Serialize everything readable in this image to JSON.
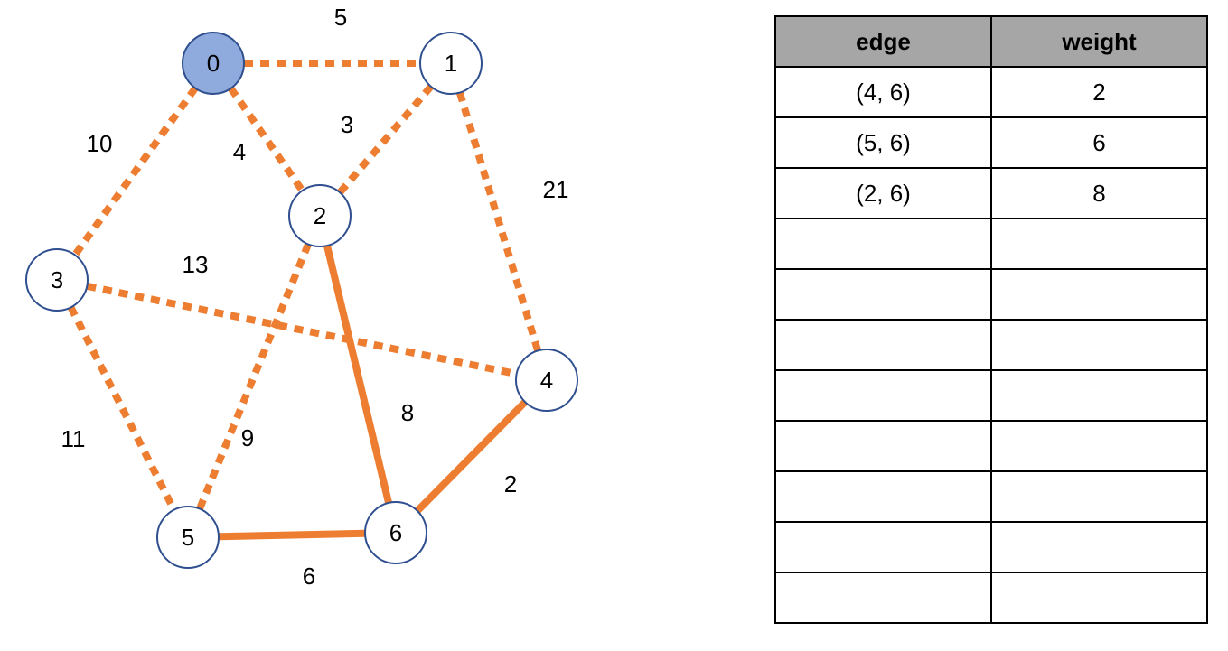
{
  "graph": {
    "colors": {
      "edge": "#ED7D31",
      "node_fill": "#ffffff",
      "start_node_fill": "#8FAADC",
      "node_stroke": "#2F4F8F"
    },
    "nodes": [
      {
        "id": "0",
        "label": "0",
        "start": true
      },
      {
        "id": "1",
        "label": "1"
      },
      {
        "id": "2",
        "label": "2"
      },
      {
        "id": "3",
        "label": "3"
      },
      {
        "id": "4",
        "label": "4"
      },
      {
        "id": "5",
        "label": "5"
      },
      {
        "id": "6",
        "label": "6"
      }
    ],
    "edges": [
      {
        "from": "0",
        "to": "1",
        "weight": "5",
        "style": "dashed"
      },
      {
        "from": "0",
        "to": "2",
        "weight": "4",
        "style": "dashed"
      },
      {
        "from": "0",
        "to": "3",
        "weight": "10",
        "style": "dashed"
      },
      {
        "from": "1",
        "to": "2",
        "weight": "3",
        "style": "dashed"
      },
      {
        "from": "1",
        "to": "4",
        "weight": "21",
        "style": "dashed"
      },
      {
        "from": "3",
        "to": "4",
        "weight": "13",
        "style": "dashed"
      },
      {
        "from": "3",
        "to": "5",
        "weight": "11",
        "style": "dashed"
      },
      {
        "from": "2",
        "to": "5",
        "weight": "9",
        "style": "dashed"
      },
      {
        "from": "2",
        "to": "6",
        "weight": "8",
        "style": "solid"
      },
      {
        "from": "4",
        "to": "6",
        "weight": "2",
        "style": "solid"
      },
      {
        "from": "5",
        "to": "6",
        "weight": "6",
        "style": "solid"
      }
    ]
  },
  "table": {
    "headers": [
      "edge",
      "weight"
    ],
    "rows": [
      [
        "(4, 6)",
        "2"
      ],
      [
        "(5, 6)",
        "6"
      ],
      [
        "(2, 6)",
        "8"
      ],
      [
        "",
        ""
      ],
      [
        "",
        ""
      ],
      [
        "",
        ""
      ],
      [
        "",
        ""
      ],
      [
        "",
        ""
      ],
      [
        "",
        ""
      ],
      [
        "",
        ""
      ],
      [
        "",
        ""
      ]
    ]
  }
}
